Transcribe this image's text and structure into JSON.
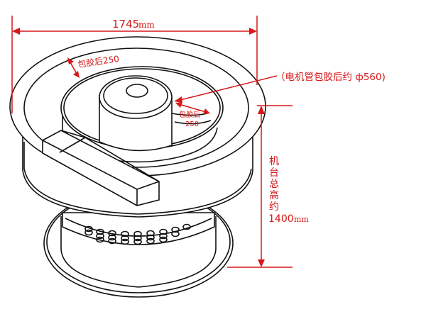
{
  "diagram": {
    "subject": "vibratory bowl feeder",
    "colors": {
      "annotation": "#d71718",
      "linework": "#111111",
      "background": "#ffffff"
    },
    "dimensions": {
      "overall_width": {
        "value": "1745",
        "unit": "mm"
      },
      "rim_track_width": {
        "label": "包胶后250"
      },
      "inner_track_width": {
        "line1": "包胶后",
        "line2": "250"
      },
      "motor_tube_note": "（电机管包胶后约 ф560)",
      "total_height": {
        "vertical_label": [
          "机",
          "台",
          "总",
          "高",
          "约"
        ],
        "value": "1400",
        "unit": "mm"
      }
    },
    "parts": [
      "outer-rim",
      "bowl-track",
      "center-hub",
      "hub-cap",
      "outlet-chute",
      "spring-ring",
      "base-plate"
    ]
  }
}
